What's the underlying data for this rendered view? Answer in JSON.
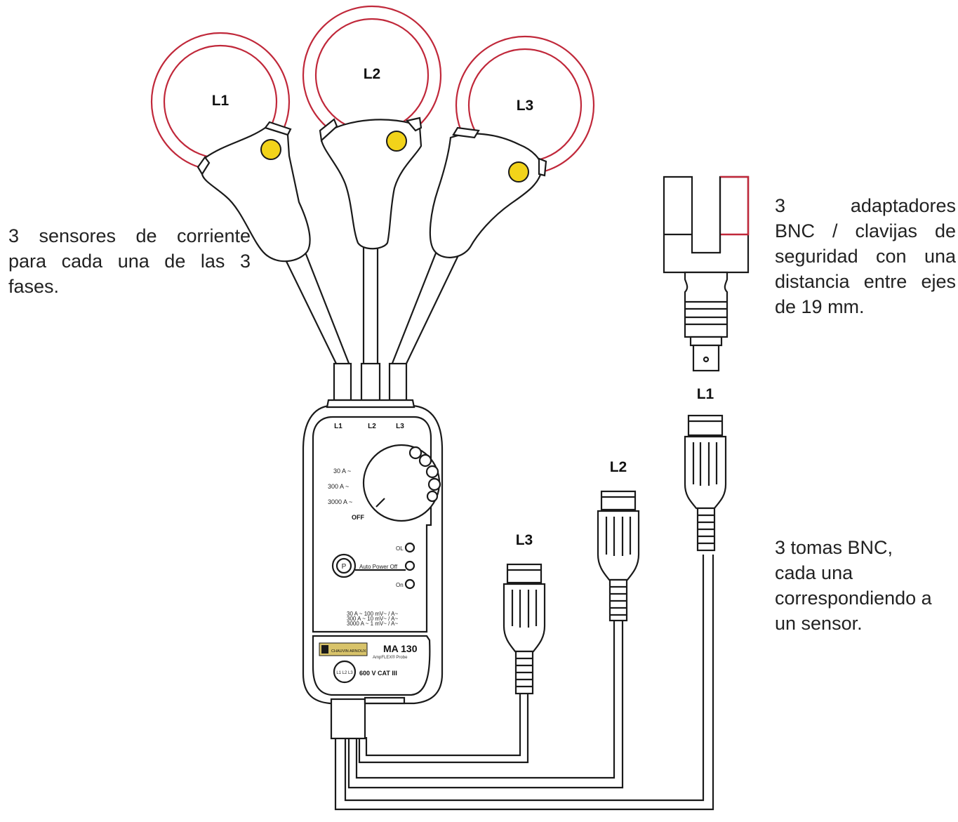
{
  "colors": {
    "loop": "#c0283a",
    "button": "#f2d31a",
    "stroke": "#1a1a1a",
    "body": "#ffffff"
  },
  "sensors": [
    {
      "label": "L1"
    },
    {
      "label": "L2"
    },
    {
      "label": "L3"
    }
  ],
  "unit": {
    "port_labels": [
      "L1",
      "L2",
      "L3"
    ],
    "ranges": [
      "30 A ~",
      "300 A ~",
      "3000 A ~"
    ],
    "off_label": "OFF",
    "indicators": [
      "OL",
      "Auto Power Off",
      "On"
    ],
    "power_button": "P",
    "spec_lines": [
      "30 A ~ 100 mV~ / A~",
      "300 A ~ 10 mV~ / A~",
      "3000 A ~ 1 mV~ / A~"
    ],
    "model": "MA 130",
    "model_sub": "AmpFLEX® Probe",
    "brand": "CHAUVIN ARNOUX",
    "rating": "600 V CAT III",
    "phase_badge": "L1 L2 L3"
  },
  "bnc_connectors": [
    {
      "label": "L1"
    },
    {
      "label": "L2"
    },
    {
      "label": "L3"
    }
  ],
  "captions": {
    "sensors": [
      "3 sensores de corriente",
      "para cada una de las 3",
      "fases."
    ],
    "adapters": [
      "3 adaptadores",
      "BNC / clavijas de",
      "seguridad con una",
      "distancia entre ejes",
      "de 19 mm."
    ],
    "bnc": [
      "3 tomas BNC,",
      "cada una",
      "correspondiendo a",
      "un sensor."
    ]
  }
}
